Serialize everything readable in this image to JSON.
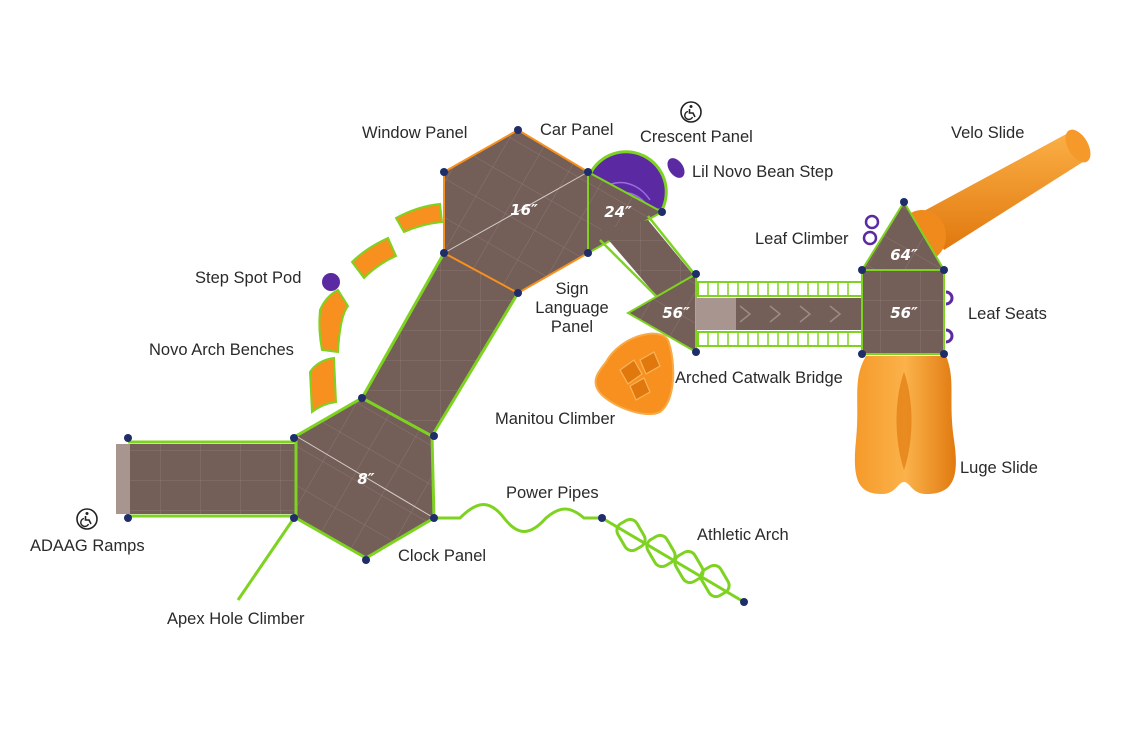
{
  "labels": {
    "window_panel": "Window Panel",
    "car_panel": "Car Panel",
    "crescent_panel": "Crescent Panel",
    "velo_slide": "Velo Slide",
    "lil_novo_bean_step": "Lil Novo Bean Step",
    "leaf_climber": "Leaf Climber",
    "step_spot_pod": "Step Spot Pod",
    "leaf_seats": "Leaf Seats",
    "sign_language_panel": [
      "Sign",
      "Language",
      "Panel"
    ],
    "novo_arch_benches": "Novo Arch Benches",
    "arched_catwalk_bridge": "Arched Catwalk Bridge",
    "manitou_climber": "Manitou Climber",
    "luge_slide": "Luge Slide",
    "power_pipes": "Power Pipes",
    "athletic_arch": "Athletic Arch",
    "adaag_ramps": "ADAAG Ramps",
    "clock_panel": "Clock Panel",
    "apex_hole_climber": "Apex Hole Climber"
  },
  "deck_heights": {
    "hex_lower": "8″",
    "hex_upper": "16″",
    "tri_upper": "24″",
    "tri_mid": "56″",
    "square_right": "56″",
    "tri_top": "64″"
  },
  "colors": {
    "deck": "#735e58",
    "deck_edge": "#5e4b46",
    "green": "#7ed321",
    "orange": "#f7901e",
    "purple": "#5b2aa3",
    "post": "#1f2d6b"
  },
  "icons": [
    "accessibility-icon",
    "accessibility-icon"
  ]
}
